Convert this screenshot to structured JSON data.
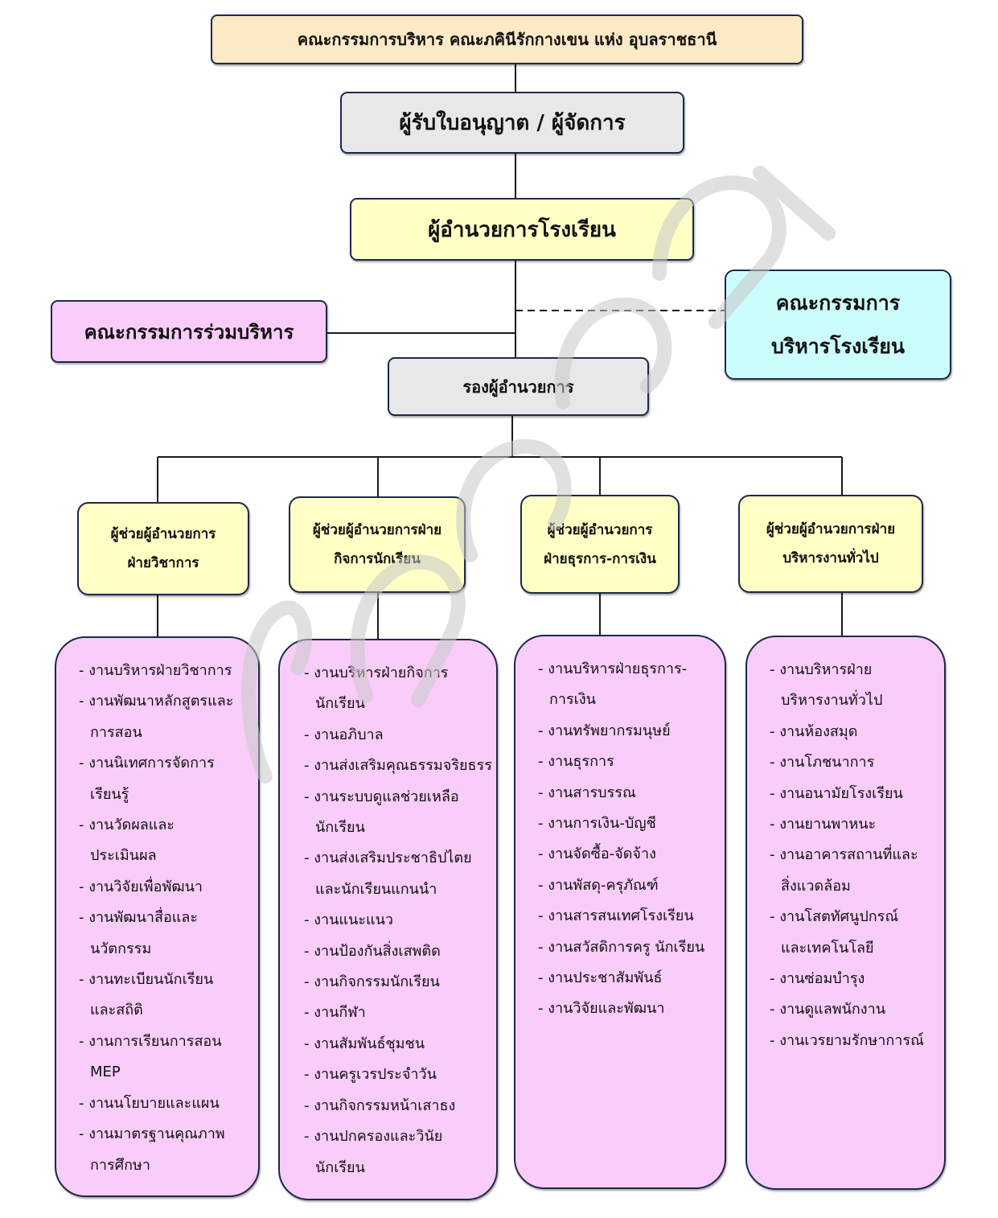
{
  "board": "คณะกรรมการบริหาร คณะภคินีรักกางเขน แห่ง อุบลราชธานี",
  "licensee": "ผู้รับใบอนุญาต / ผู้จัดการ",
  "director": "ผู้อำนวยการโรงเรียน",
  "joint_committee": "คณะกรรมการร่วมบริหาร",
  "school_board": {
    "line1": "คณะกรรมการ",
    "line2": "บริหารโรงเรียน"
  },
  "deputy": "รองผู้อำนวยการ",
  "assistants": [
    {
      "line1": "ผู้ช่วยผู้อำนวยการ",
      "line2": "ฝ่ายวิชาการ"
    },
    {
      "line1": "ผู้ช่วยผู้อำนวยการฝ่าย",
      "line2": "กิจการนักเรียน"
    },
    {
      "line1": "ผู้ช่วยผู้อำนวยการ",
      "line2": "ฝ่ายธุรการ-การเงิน"
    },
    {
      "line1": "ผู้ช่วยผู้อำนวยการฝ่าย",
      "line2": "บริหารงานทั่วไป"
    }
  ],
  "duties": [
    [
      [
        "- งานบริหารฝ่ายวิชาการ"
      ],
      [
        "- งานพัฒนาหลักสูตรและ",
        "การสอน"
      ],
      [
        "- งานนิเทศการจัดการ",
        "เรียนรู้"
      ],
      [
        "- งานวัดผลและ",
        "ประเมินผล"
      ],
      [
        "- งานวิจัยเพื่อพัฒนา"
      ],
      [
        "- งานพัฒนาสื่อและ",
        "นวัตกรรม"
      ],
      [
        "- งานทะเบียนนักเรียน",
        "และสถิติ"
      ],
      [
        "- งานการเรียนการสอน",
        "MEP"
      ],
      [
        "- งานนโยบายและแผน"
      ],
      [
        "- งานมาตรฐานคุณภาพ",
        "การศึกษา"
      ]
    ],
    [
      [
        "- งานบริหารฝ่ายกิจการ",
        "นักเรียน"
      ],
      [
        "- งานอภิบาล"
      ],
      [
        "- งานส่งเสริมคุณธรรมจริยธรร"
      ],
      [
        "- งานระบบดูแลช่วยเหลือ",
        "นักเรียน"
      ],
      [
        "- งานส่งเสริมประชาธิปไตย",
        "และนักเรียนแกนนำ"
      ],
      [
        "- งานแนะแนว"
      ],
      [
        "- งานป้องกันสิ่งเสพติด"
      ],
      [
        "- งานกิจกรรมนักเรียน"
      ],
      [
        "- งานกีฬา"
      ],
      [
        "- งานสัมพันธ์ชุมชน"
      ],
      [
        "- งานครูเวรประจำวัน"
      ],
      [
        "- งานกิจกรรมหน้าเสาธง"
      ],
      [
        "- งานปกครองและวินัย",
        "นักเรียน"
      ]
    ],
    [
      [
        "- งานบริหารฝ่ายธุรการ-",
        "การเงิน"
      ],
      [
        "- งานทรัพยากรมนุษย์"
      ],
      [
        "- งานธุรการ"
      ],
      [
        "- งานสารบรรณ"
      ],
      [
        "- งานการเงิน-บัญชี"
      ],
      [
        "- งานจัดซื้อ-จัดจ้าง"
      ],
      [
        "- งานพัสดุ-ครุภัณฑ์"
      ],
      [
        "- งานสารสนเทศโรงเรียน"
      ],
      [
        "- งานสวัสดิการครู นักเรียน"
      ],
      [
        "- งานประชาสัมพันธ์"
      ],
      [
        "- งานวิจัยและพัฒนา"
      ]
    ],
    [
      [
        "- งานบริหารฝ่าย",
        "บริหารงานทั่วไป"
      ],
      [
        "- งานห้องสมุด"
      ],
      [
        "- งานโภชนาการ"
      ],
      [
        "- งานอนามัยโรงเรียน"
      ],
      [
        "- งานยานพาหนะ"
      ],
      [
        "- งานอาคารสถานที่และ",
        "สิ่งแวดล้อม"
      ],
      [
        "- งานโสตทัศนูปกรณ์",
        "และเทคโนโลยี"
      ],
      [
        "- งานซ่อมบำรุง"
      ],
      [
        "- งานดูแลพนักงาน"
      ],
      [
        "- งานเวรยามรักษาการณ์"
      ]
    ]
  ],
  "colors": {
    "line": "#1a1a1a",
    "border": "#1c2a4a",
    "board_fill": "#fde9c6",
    "grey_fill": "#e8e8e8",
    "yellow_fill": "#ffffc6",
    "pink_fill": "#f9ccf9",
    "cyan_fill": "#ccfdfd",
    "watermark": "#c8c8c8"
  }
}
